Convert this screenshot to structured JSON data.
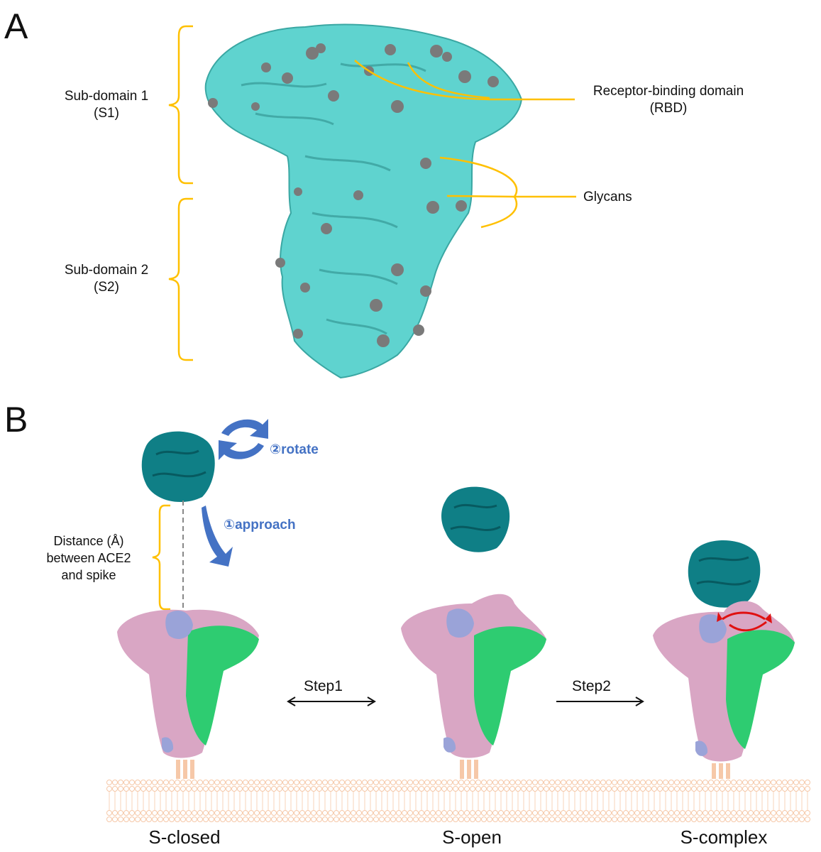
{
  "panel_a": {
    "letter": "A",
    "subdomain1": {
      "line1": "Sub-domain 1",
      "line2": "(S1)"
    },
    "subdomain2": {
      "line1": "Sub-domain 2",
      "line2": "(S2)"
    },
    "rbd": {
      "line1": "Receptor-binding domain",
      "line2": "(RBD)"
    },
    "glycans": "Glycans"
  },
  "panel_b": {
    "letter": "B",
    "rotate": "②rotate",
    "approach": "①approach",
    "distance": {
      "line1": "Distance (Å)",
      "line2": "between ACE2",
      "line3": "and spike"
    },
    "step1": "Step1",
    "step2": "Step2",
    "states": [
      "S-closed",
      "S-open",
      "S-complex"
    ]
  },
  "colors": {
    "spike_surface": "#5fd3cf",
    "glycan": "#7a7a7a",
    "annotation_yellow": "#ffc000",
    "ace2": "#0f7f86",
    "pink_chain": "#d9a6c4",
    "green_chain": "#2ecc71",
    "lavender_chain": "#9aa3d8",
    "membrane": "#f6c8a8",
    "arrow_blue": "#4472c4",
    "arrow_red": "#e01010"
  }
}
